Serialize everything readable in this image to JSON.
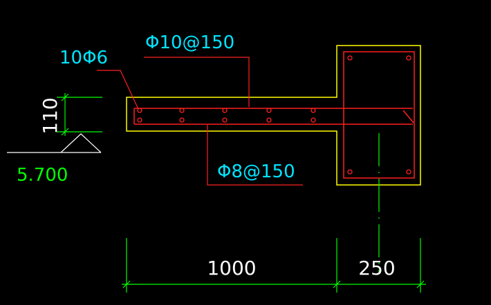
{
  "labels": {
    "top_rebar": "Φ10@150",
    "bottom_rebar": "Φ8@150",
    "distribution_bars": "10Φ6",
    "slab_thickness": "110",
    "elevation": "5.700",
    "dimension_slab": "1000",
    "dimension_beam": "250"
  },
  "colors": {
    "background": "#000000",
    "outline": "#ffff00",
    "rebar": "#ff2020",
    "dimension": "#00ff00",
    "text_cyan": "#00e5ff",
    "text_white": "#ffffff",
    "text_green": "#00ff00",
    "ground": "#ffffff"
  }
}
